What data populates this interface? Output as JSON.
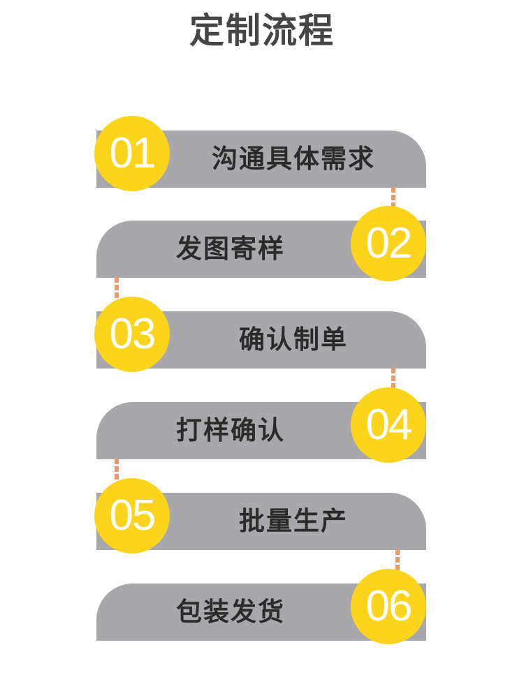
{
  "title": "定制流程",
  "steps": [
    {
      "number": "01",
      "label": "沟通具体需求",
      "side": "left"
    },
    {
      "number": "02",
      "label": "发图寄样",
      "side": "right"
    },
    {
      "number": "03",
      "label": "确认制单",
      "side": "left"
    },
    {
      "number": "04",
      "label": "打样确认",
      "side": "right"
    },
    {
      "number": "05",
      "label": "批量生产",
      "side": "left"
    },
    {
      "number": "06",
      "label": "包装发货",
      "side": "right"
    }
  ],
  "colors": {
    "circle": "#fdd41c",
    "bar": "#a8a7ab",
    "connector": "#e89a6a",
    "title": "#454545",
    "label": "#2b2b2b"
  }
}
